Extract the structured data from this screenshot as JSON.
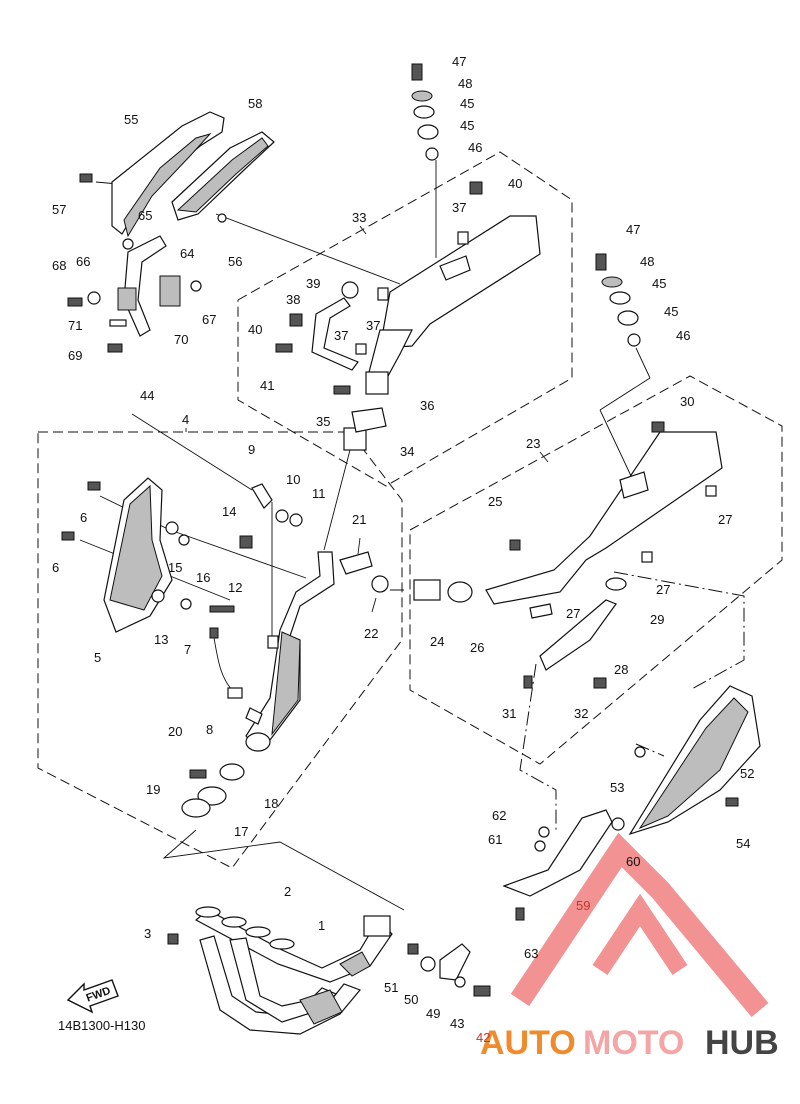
{
  "diagram_code": "14B1300-H130",
  "fwd_label": "FWD",
  "watermark": {
    "auto": "AUTO",
    "moto": "MOTO",
    "hub": "HUB",
    "colors": {
      "auto": "#f08a2a",
      "moto": "#f4a6a6",
      "hub": "#444444",
      "logo": "#f08080"
    }
  },
  "callouts": [
    "1",
    "2",
    "3",
    "4",
    "5",
    "6",
    "7",
    "8",
    "9",
    "10",
    "11",
    "12",
    "13",
    "14",
    "15",
    "16",
    "17",
    "18",
    "19",
    "20",
    "21",
    "22",
    "23",
    "24",
    "25",
    "26",
    "27",
    "28",
    "29",
    "30",
    "31",
    "32",
    "33",
    "34",
    "35",
    "36",
    "37",
    "38",
    "39",
    "40",
    "41",
    "42",
    "43",
    "44",
    "45",
    "46",
    "47",
    "48",
    "49",
    "50",
    "51",
    "52",
    "53",
    "54",
    "55",
    "56",
    "57",
    "58",
    "59",
    "60",
    "61",
    "62",
    "63",
    "64",
    "65",
    "66",
    "67",
    "68",
    "69",
    "70",
    "71"
  ]
}
